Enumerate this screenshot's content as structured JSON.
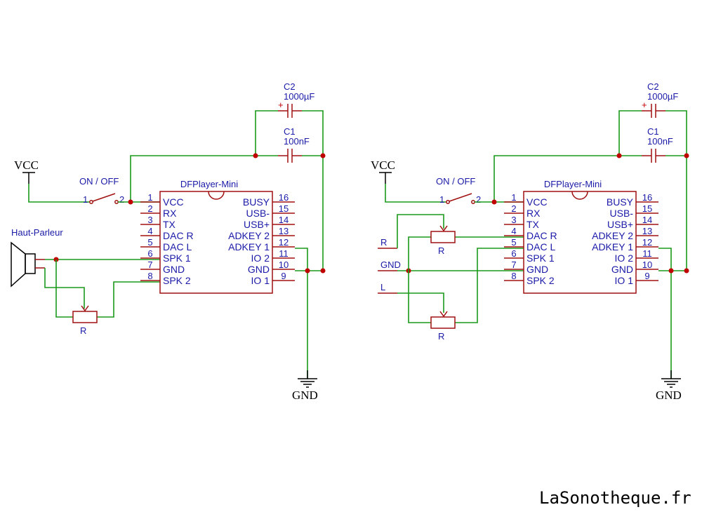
{
  "ic": {
    "name": "DFPlayer-Mini",
    "left_pins": [
      {
        "num": "1",
        "label": "VCC"
      },
      {
        "num": "2",
        "label": "RX"
      },
      {
        "num": "3",
        "label": "TX"
      },
      {
        "num": "4",
        "label": "DAC R"
      },
      {
        "num": "5",
        "label": "DAC L"
      },
      {
        "num": "6",
        "label": "SPK 1"
      },
      {
        "num": "7",
        "label": "GND"
      },
      {
        "num": "8",
        "label": "SPK 2"
      }
    ],
    "right_pins": [
      {
        "num": "16",
        "label": "BUSY"
      },
      {
        "num": "15",
        "label": "USB-"
      },
      {
        "num": "14",
        "label": "USB+"
      },
      {
        "num": "13",
        "label": "ADKEY 2"
      },
      {
        "num": "12",
        "label": "ADKEY 1"
      },
      {
        "num": "11",
        "label": "IO 2"
      },
      {
        "num": "10",
        "label": "GND"
      },
      {
        "num": "9",
        "label": "IO 1"
      }
    ]
  },
  "c2": {
    "name": "C2",
    "value": "1000µF",
    "plus": "+"
  },
  "c1": {
    "name": "C1",
    "value": "100nF"
  },
  "switch": {
    "label": "ON / OFF",
    "pin1": "1",
    "pin2": "2"
  },
  "vcc": "VCC",
  "gnd": "GND",
  "speaker": "Haut-Parleur",
  "pot": "R",
  "inputs": {
    "r": "R",
    "gnd": "GND",
    "l": "L"
  },
  "credit": "LaSonotheque.fr",
  "colors": {
    "wire": "#1a9a1a",
    "part": "#a01010",
    "junction": "#c00000",
    "pin_text": "#1a1aa8",
    "vcc_pin": "#d01010"
  }
}
